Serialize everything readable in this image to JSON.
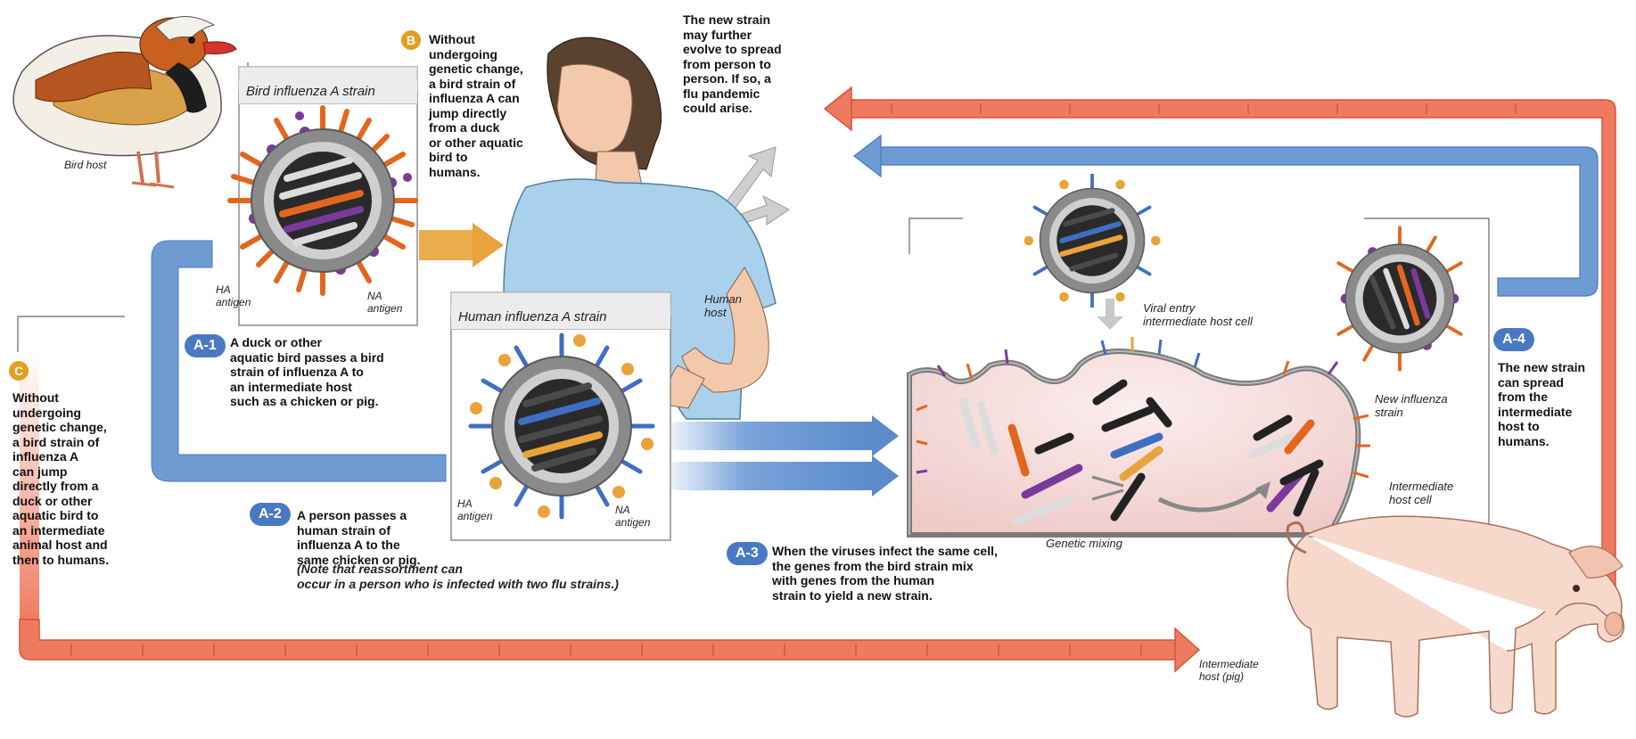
{
  "labels": {
    "bird_host": "Bird host",
    "bird_strain_title": "Bird influenza A strain",
    "ha_antigen_1": "HA\nantigen",
    "na_antigen_1": "NA\nantigen",
    "human_strain_title": "Human influenza A strain",
    "ha_antigen_2": "HA\nantigen",
    "na_antigen_2": "NA\nantigen",
    "human_host": "Human\nhost",
    "viral_entry": "Viral entry\nintermediate host cell",
    "new_influenza_strain": "New influenza\nstrain",
    "intermediate_host_cell": "Intermediate\nhost cell",
    "genetic_mixing": "Genetic mixing",
    "intermediate_host_pig": "Intermediate\nhost (pig)"
  },
  "steps": {
    "a1": {
      "badge": "A-1",
      "text": "A duck or other\naquatic bird passes a bird\nstrain of influenza A to\nan intermediate host\nsuch as a chicken or pig."
    },
    "a2": {
      "badge": "A-2",
      "text_main": "A person passes a\nhuman strain of\ninfluenza A to the\nsame chicken or pig.",
      "text_note": "(Note that reassortment can\noccur in a person who is infected with two flu strains.)"
    },
    "a3": {
      "badge": "A-3",
      "text": "When the viruses infect the same cell,\nthe genes from the bird strain mix\nwith genes from the human\nstrain to yield a new strain."
    },
    "a4": {
      "badge": "A-4",
      "text": "The new strain\ncan spread\nfrom the\nintermediate\nhost to\nhumans."
    },
    "b": {
      "badge": "B",
      "text": "Without\nundergoing\ngenetic change,\na bird strain of\ninfluenza A can\njump directly\nfrom a duck\nor other aquatic\nbird to\nhumans."
    },
    "c": {
      "badge": "C",
      "text": "Without\nundergoing\ngenetic change,\na bird strain of\ninfluenza A\ncan jump\ndirectly from a\nduck or other\naquatic bird to\nan intermediate\nanimal host and\nthen to humans."
    }
  },
  "pandemic_note": "The new strain\nmay further\nevolve to spread\nfrom person to\nperson. If so, a\nflu pandemic\ncould arise.",
  "colors": {
    "red_arrow": "#f07a5f",
    "red_arrow_edge": "#d2553b",
    "blue_arrow": "#6f9bd3",
    "blue_arrow_edge": "#4a79c4",
    "orange_arrow": "#e9a33a",
    "badge_blue": "#4a79c4",
    "badge_orange": "#e0a020",
    "cell_fill": "#f3dede",
    "pig_skin": "#f7d9cc",
    "haemagglutinin_orange": "#e3661f",
    "neuraminidase_purple": "#7a3a9a",
    "ha_orange_human": "#e9a33a",
    "na_blue_human": "#3e6fc2"
  },
  "icons": [
    "duck-illustration",
    "woman-illustration",
    "pig-illustration",
    "virus-particle",
    "arrow-shape"
  ]
}
